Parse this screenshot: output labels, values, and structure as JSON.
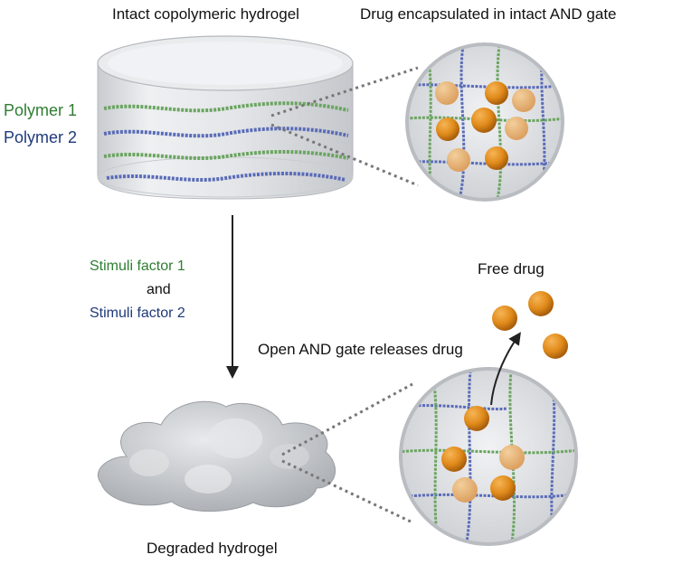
{
  "labels": {
    "intact_hydrogel": "Intact copolymeric hydrogel",
    "drug_encapsulated": "Drug encapsulated in intact AND gate",
    "polymer_1": "Polymer 1",
    "polymer_2": "Polymer 2",
    "stimuli_factor_1": "Stimuli factor 1",
    "and": "and",
    "stimuli_factor_2": "Stimuli factor 2",
    "free_drug": "Free drug",
    "open_gate": "Open AND gate releases drug",
    "degraded_hydrogel": "Degraded hydrogel"
  },
  "colors": {
    "polymer_1": "#2e7d32",
    "polymer_2": "#1f3a7a",
    "strand_green": "#6aa55f",
    "strand_blue": "#5a6bb8",
    "drug": "#e08a1a",
    "gel": "#d5d8dc"
  }
}
